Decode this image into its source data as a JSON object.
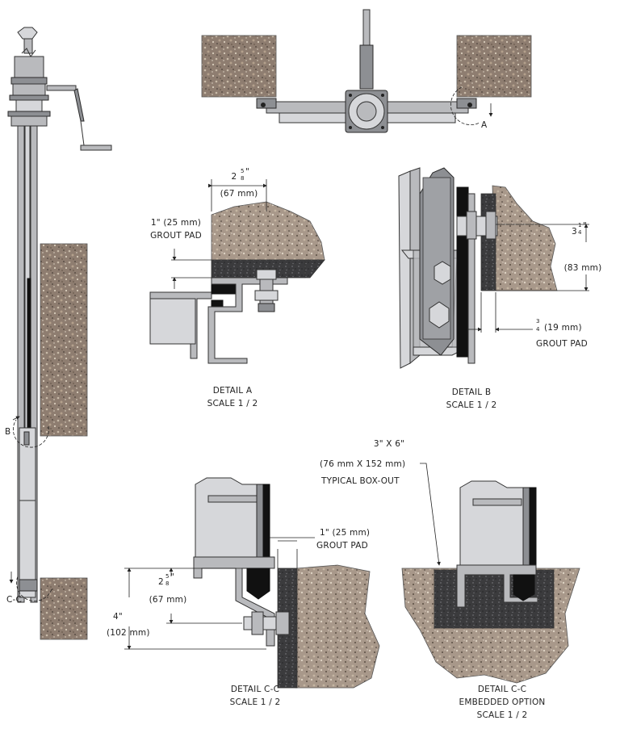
{
  "title": "Slide gate installation details",
  "details": {
    "a": {
      "title": "DETAIL  A",
      "scale": "SCALE 1 / 2",
      "width_dim_whole": "2",
      "width_dim_num": "5",
      "width_dim_den": "8",
      "width_dim_unit": "\"",
      "width_dim_metric": "(67 mm)",
      "grout_dim": "1\" (25 mm)",
      "grout_label": "GROUT PAD"
    },
    "b": {
      "title": "DETAIL  B",
      "scale": "SCALE 1 / 2",
      "height_dim_whole": "3",
      "height_dim_num": "1",
      "height_dim_den": "4",
      "height_dim_unit": "\"",
      "height_dim_metric": "(83 mm)",
      "grout_dim_num": "3",
      "grout_dim_den": "4",
      "grout_dim_metric": "(19 mm)",
      "grout_label": "GROUT PAD"
    },
    "cc": {
      "title": "DETAIL  C-C",
      "scale": "SCALE 1 / 2",
      "grout_dim": "1\" (25 mm)",
      "grout_label": "GROUT PAD",
      "inner_dim_whole": "2",
      "inner_dim_num": "5",
      "inner_dim_den": "8",
      "inner_dim_unit": "\"",
      "inner_dim_metric": "(67 mm)",
      "outer_dim": "4\"",
      "outer_dim_metric": "(102 mm)"
    },
    "cc_embedded": {
      "title": "DETAIL  C-C",
      "subtitle": "EMBEDDED OPTION",
      "scale": "SCALE 1 / 2",
      "boxout_size": "3\" X 6\"",
      "boxout_metric": "(76 mm X 152 mm)",
      "boxout_label": "TYPICAL BOX-OUT"
    }
  },
  "callouts": {
    "a": "A",
    "b": "B",
    "cc": "C-C"
  },
  "colors": {
    "concrete": "#8a7a6c",
    "grout": "#3d3d3f",
    "steel": "#b9babd",
    "seal": "#111111"
  }
}
